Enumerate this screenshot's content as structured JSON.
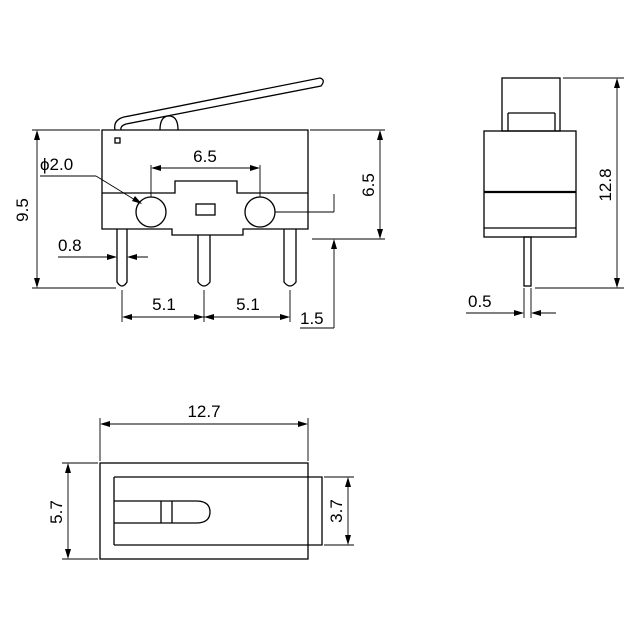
{
  "diagram": {
    "dimensions": {
      "hole_diameter": "ϕ2.0",
      "hole_spacing": "6.5",
      "overall_height_front": "9.5",
      "body_height": "6.5",
      "pin_width": "0.8",
      "pin_pitch_left": "5.1",
      "pin_pitch_right": "5.1",
      "pin_offset": "1.5",
      "side_height": "12.8",
      "side_pin_width": "0.5",
      "body_length": "12.7",
      "body_width": "5.7",
      "actuator_width": "3.7"
    }
  }
}
